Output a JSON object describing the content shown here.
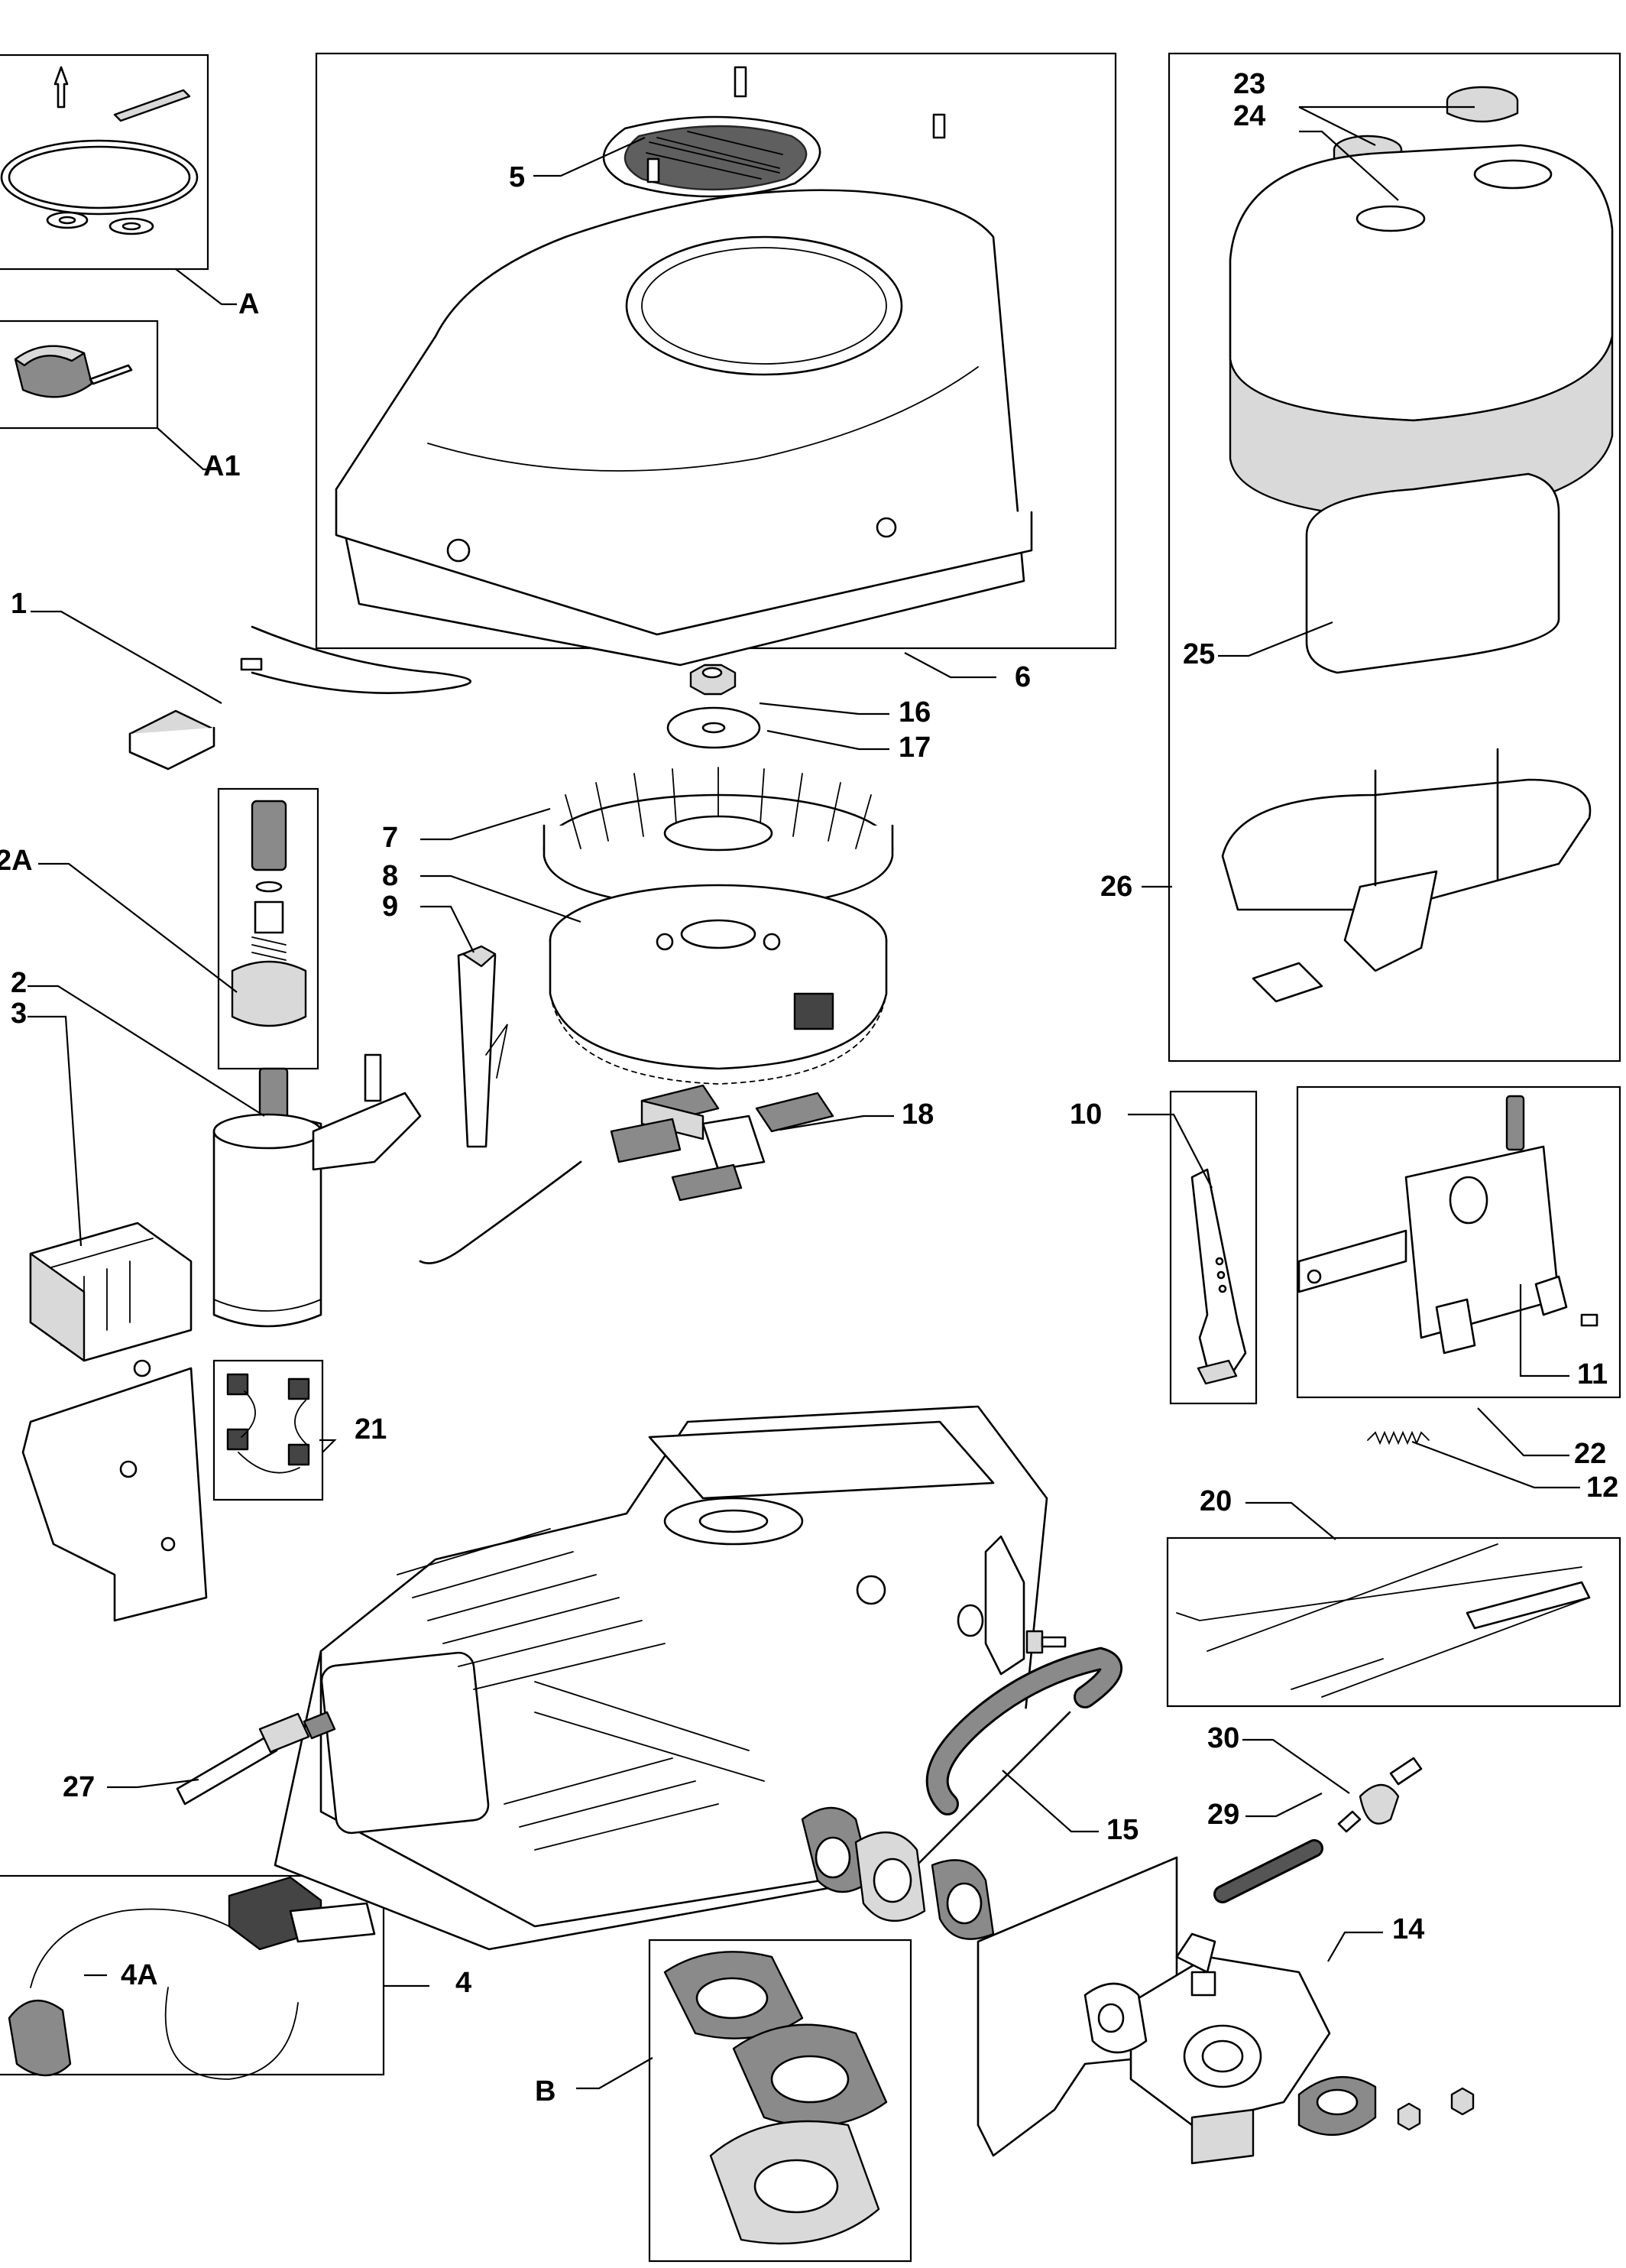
{
  "diagram": {
    "callouts": {
      "A": "A",
      "A1": "A1",
      "p1": "1",
      "p2A": "2A",
      "p2": "2",
      "p3": "3",
      "p4": "4",
      "p4A": "4A",
      "p5": "5",
      "p6": "6",
      "p7": "7",
      "p8": "8",
      "p9": "9",
      "p10": "10",
      "p11": "11",
      "p12": "12",
      "p14": "14",
      "p15": "15",
      "p16": "16",
      "p17": "17",
      "p18": "18",
      "p20": "20",
      "p21": "21",
      "p22": "22",
      "p23": "23",
      "p24": "24",
      "p25": "25",
      "p26": "26",
      "p27": "27",
      "p29": "29",
      "p30": "30",
      "B": "B"
    },
    "colors": {
      "ink": "#000000",
      "shade": "#8a8a8a",
      "light": "#d9d9d9",
      "background": "#ffffff"
    }
  }
}
